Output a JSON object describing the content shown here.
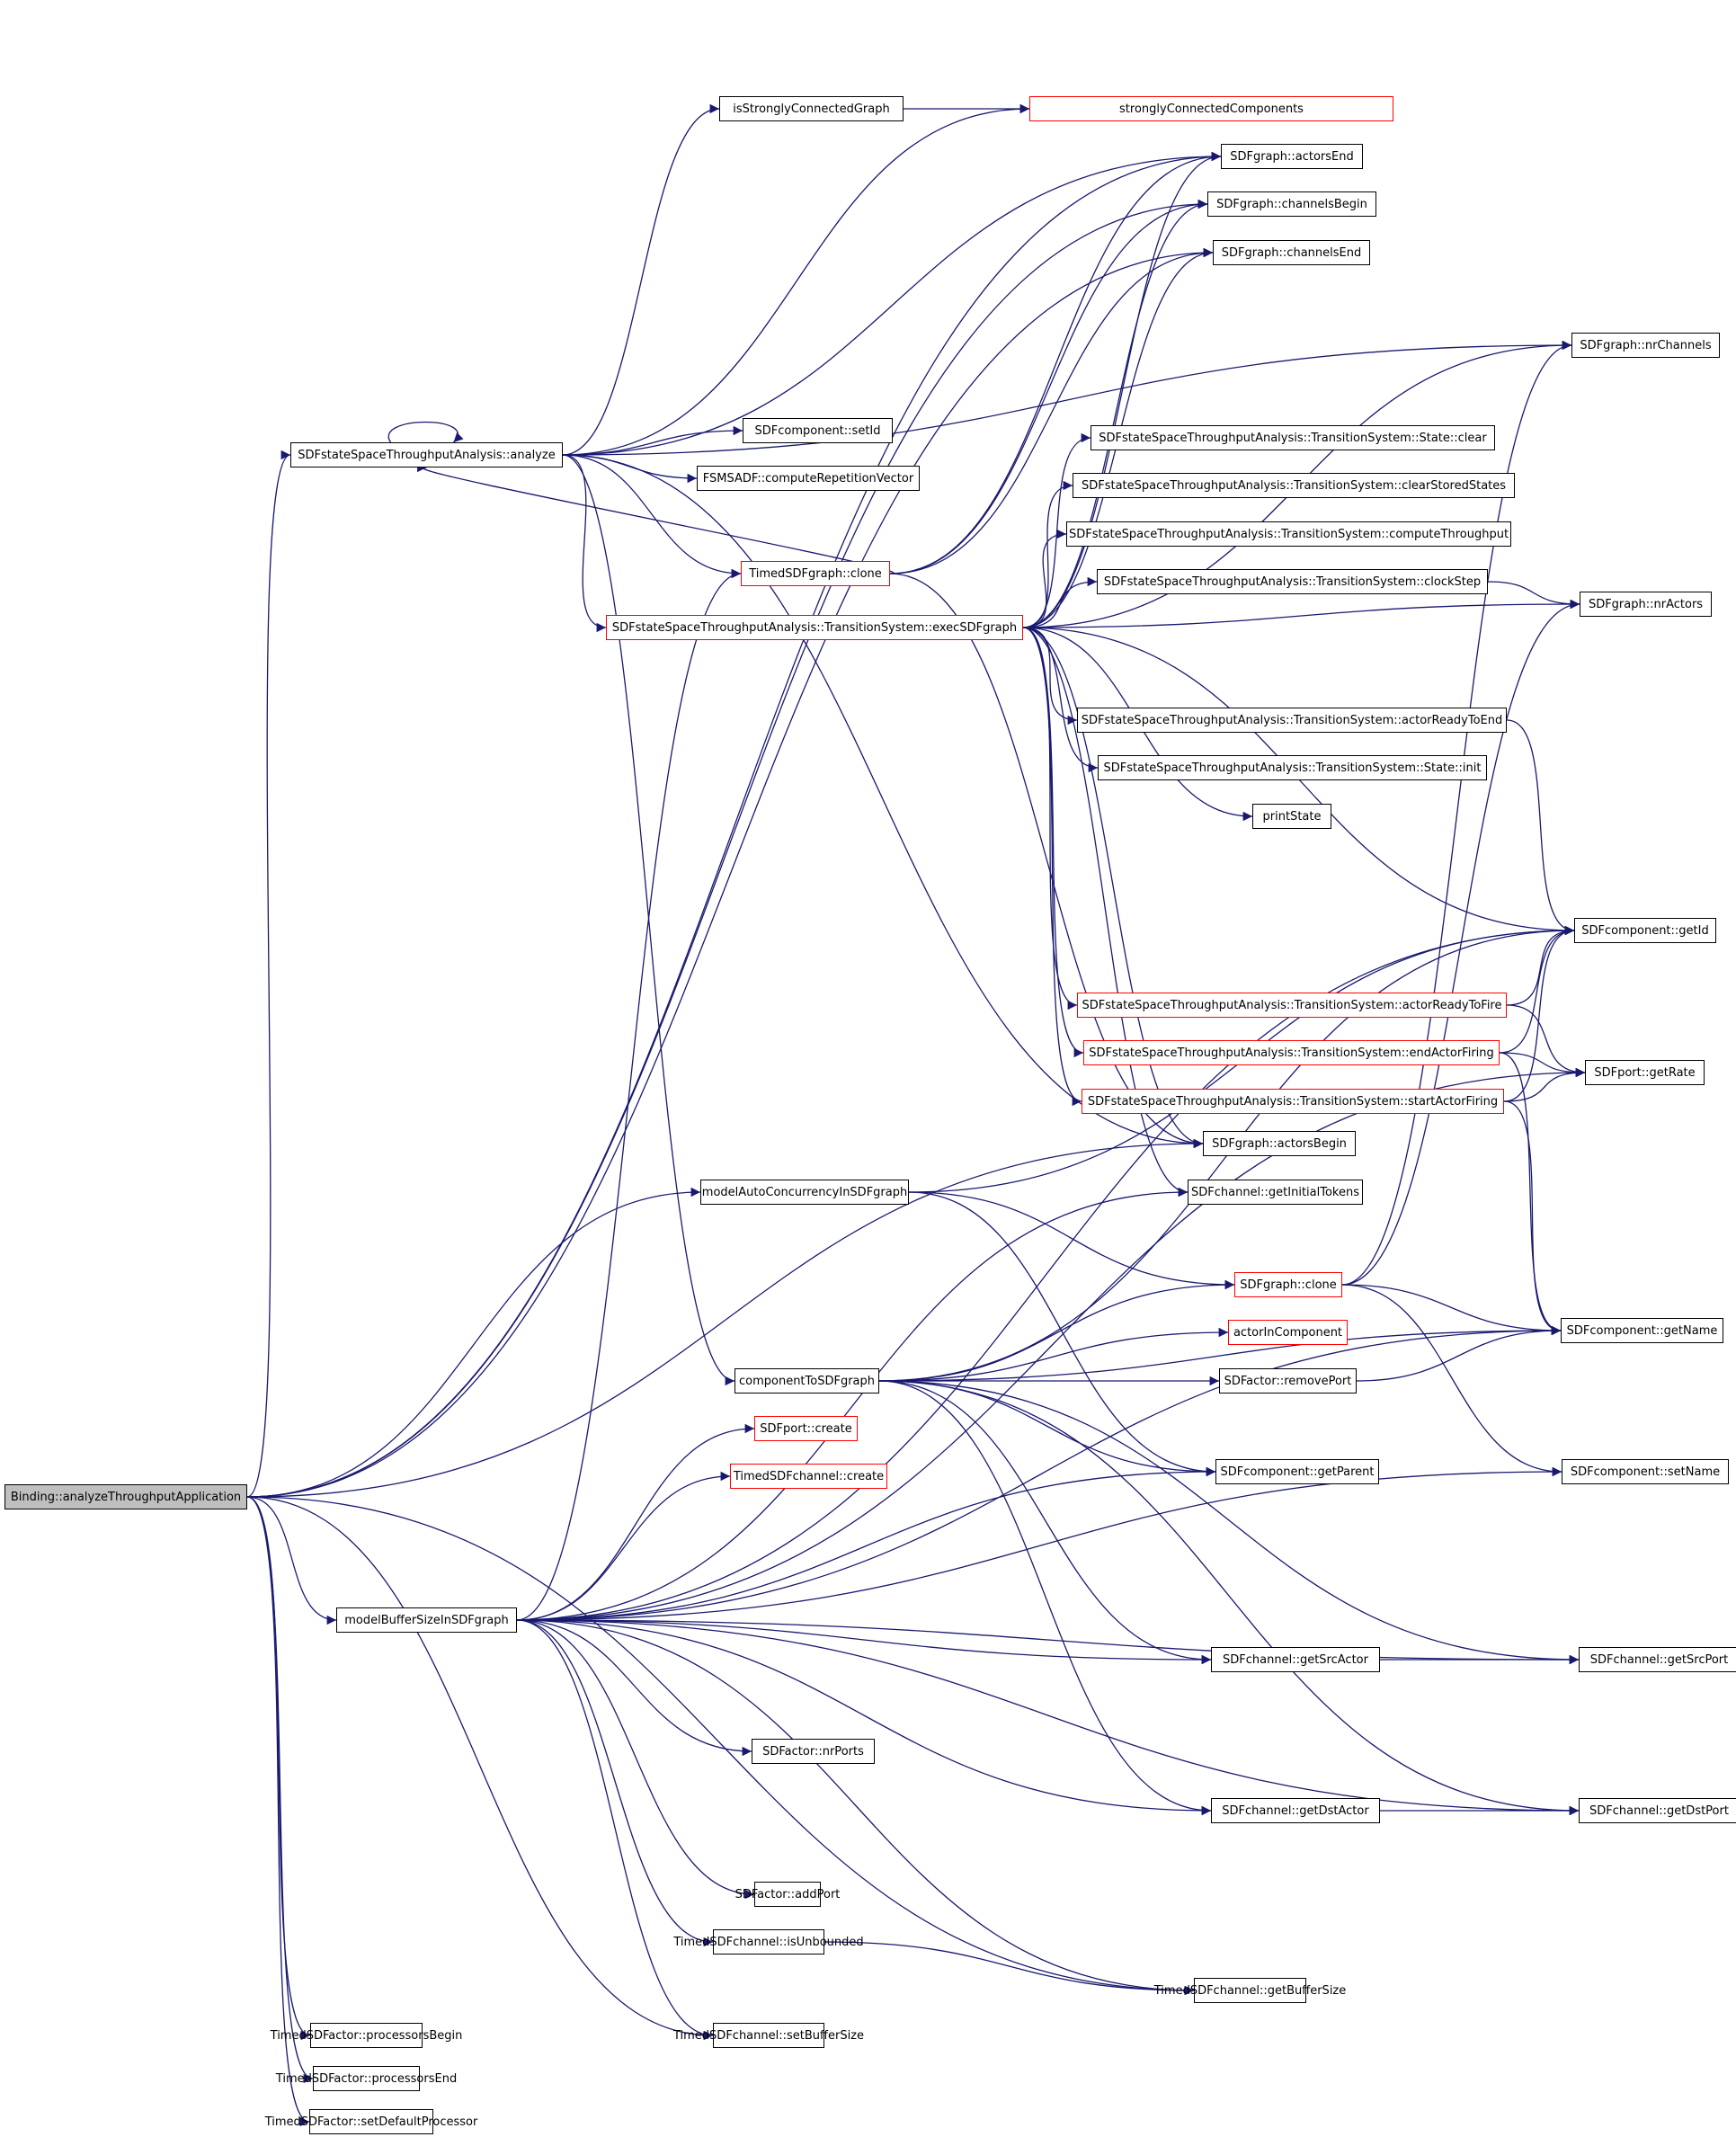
{
  "diagram": {
    "type": "call-graph",
    "colors": {
      "edge": "#191970",
      "node_border": "#000000",
      "incomplete_border": "#ff0000",
      "root_fill": "#bfbfbf"
    },
    "nodes": [
      {
        "id": "root",
        "label": "Binding::analyzeThroughputApplication",
        "root": true
      },
      {
        "id": "isSCG",
        "label": "isStronglyConnectedGraph"
      },
      {
        "id": "scc",
        "label": "stronglyConnectedComponents",
        "red": true
      },
      {
        "id": "actorsEnd",
        "label": "SDFgraph::actorsEnd"
      },
      {
        "id": "channelsBegin",
        "label": "SDFgraph::channelsBegin"
      },
      {
        "id": "channelsEnd",
        "label": "SDFgraph::channelsEnd"
      },
      {
        "id": "nrChannels",
        "label": "SDFgraph::nrChannels"
      },
      {
        "id": "analyze",
        "label": "SDFstateSpaceThroughputAnalysis::analyze"
      },
      {
        "id": "setId",
        "label": "SDFcomponent::setId"
      },
      {
        "id": "computeRep",
        "label": "FSMSADF::computeRepetitionVector"
      },
      {
        "id": "stateClear",
        "label": "SDFstateSpaceThroughputAnalysis::TransitionSystem::State::clear"
      },
      {
        "id": "clearStored",
        "label": "SDFstateSpaceThroughputAnalysis::TransitionSystem::clearStoredStates"
      },
      {
        "id": "computeTP",
        "label": "SDFstateSpaceThroughputAnalysis::TransitionSystem::computeThroughput"
      },
      {
        "id": "timedClone",
        "label": "TimedSDFgraph::clone",
        "red": true
      },
      {
        "id": "clockStep",
        "label": "SDFstateSpaceThroughputAnalysis::TransitionSystem::clockStep"
      },
      {
        "id": "nrActors",
        "label": "SDFgraph::nrActors"
      },
      {
        "id": "exec",
        "label": "SDFstateSpaceThroughputAnalysis::TransitionSystem::execSDFgraph",
        "red": true
      },
      {
        "id": "readyEnd",
        "label": "SDFstateSpaceThroughputAnalysis::TransitionSystem::actorReadyToEnd"
      },
      {
        "id": "stateInit",
        "label": "SDFstateSpaceThroughputAnalysis::TransitionSystem::State::init"
      },
      {
        "id": "printState",
        "label": "printState"
      },
      {
        "id": "getId",
        "label": "SDFcomponent::getId"
      },
      {
        "id": "readyFire",
        "label": "SDFstateSpaceThroughputAnalysis::TransitionSystem::actorReadyToFire",
        "red": true
      },
      {
        "id": "endFiring",
        "label": "SDFstateSpaceThroughputAnalysis::TransitionSystem::endActorFiring",
        "red": true
      },
      {
        "id": "getRate",
        "label": "SDFport::getRate"
      },
      {
        "id": "startFiring",
        "label": "SDFstateSpaceThroughputAnalysis::TransitionSystem::startActorFiring",
        "red": true
      },
      {
        "id": "actorsBegin",
        "label": "SDFgraph::actorsBegin"
      },
      {
        "id": "modelAuto",
        "label": "modelAutoConcurrencyInSDFgraph"
      },
      {
        "id": "initTokens",
        "label": "SDFchannel::getInitialTokens"
      },
      {
        "id": "sdfClone",
        "label": "SDFgraph::clone",
        "red": true
      },
      {
        "id": "getName",
        "label": "SDFcomponent::getName"
      },
      {
        "id": "actorInComp",
        "label": "actorInComponent",
        "red": true
      },
      {
        "id": "compToSDF",
        "label": "componentToSDFgraph"
      },
      {
        "id": "removePort",
        "label": "SDFactor::removePort"
      },
      {
        "id": "portCreate",
        "label": "SDFport::create",
        "red": true
      },
      {
        "id": "getParent",
        "label": "SDFcomponent::getParent"
      },
      {
        "id": "setName",
        "label": "SDFcomponent::setName"
      },
      {
        "id": "chanCreate",
        "label": "TimedSDFchannel::create",
        "red": true
      },
      {
        "id": "modelBuffer",
        "label": "modelBufferSizeInSDFgraph"
      },
      {
        "id": "getSrcActor",
        "label": "SDFchannel::getSrcActor"
      },
      {
        "id": "getSrcPort",
        "label": "SDFchannel::getSrcPort"
      },
      {
        "id": "nrPorts",
        "label": "SDFactor::nrPorts"
      },
      {
        "id": "getDstActor",
        "label": "SDFchannel::getDstActor"
      },
      {
        "id": "getDstPort",
        "label": "SDFchannel::getDstPort"
      },
      {
        "id": "addPort",
        "label": "SDFactor::addPort"
      },
      {
        "id": "isUnbounded",
        "label": "TimedSDFchannel::isUnbounded"
      },
      {
        "id": "getBufSize",
        "label": "TimedSDFchannel::getBufferSize"
      },
      {
        "id": "procBegin",
        "label": "TimedSDFactor::processorsBegin"
      },
      {
        "id": "setBufSize",
        "label": "TimedSDFchannel::setBufferSize"
      },
      {
        "id": "procEnd",
        "label": "TimedSDFactor::processorsEnd"
      },
      {
        "id": "setDefProc",
        "label": "TimedSDFactor::setDefaultProcessor"
      }
    ],
    "edges": [
      [
        "root",
        "analyze"
      ],
      [
        "root",
        "actorsEnd"
      ],
      [
        "root",
        "channelsBegin"
      ],
      [
        "root",
        "channelsEnd"
      ],
      [
        "root",
        "actorsBegin"
      ],
      [
        "root",
        "modelAuto"
      ],
      [
        "root",
        "modelBuffer"
      ],
      [
        "root",
        "getBufSize"
      ],
      [
        "root",
        "procBegin"
      ],
      [
        "root",
        "procEnd"
      ],
      [
        "root",
        "setDefProc"
      ],
      [
        "root",
        "setBufSize"
      ],
      [
        "isSCG",
        "scc"
      ],
      [
        "analyze",
        "isSCG"
      ],
      [
        "analyze",
        "scc"
      ],
      [
        "analyze",
        "actorsEnd"
      ],
      [
        "analyze",
        "nrChannels"
      ],
      [
        "analyze",
        "analyze"
      ],
      [
        "analyze",
        "setId"
      ],
      [
        "analyze",
        "computeRep"
      ],
      [
        "analyze",
        "timedClone"
      ],
      [
        "analyze",
        "exec"
      ],
      [
        "analyze",
        "actorsBegin"
      ],
      [
        "analyze",
        "compToSDF"
      ],
      [
        "timedClone",
        "actorsEnd"
      ],
      [
        "timedClone",
        "channelsBegin"
      ],
      [
        "timedClone",
        "channelsEnd"
      ],
      [
        "timedClone",
        "analyze"
      ],
      [
        "timedClone",
        "actorsBegin"
      ],
      [
        "exec",
        "actorsEnd"
      ],
      [
        "exec",
        "channelsBegin"
      ],
      [
        "exec",
        "channelsEnd"
      ],
      [
        "exec",
        "nrChannels"
      ],
      [
        "exec",
        "stateClear"
      ],
      [
        "exec",
        "clearStored"
      ],
      [
        "exec",
        "computeTP"
      ],
      [
        "exec",
        "clockStep"
      ],
      [
        "exec",
        "nrActors"
      ],
      [
        "exec",
        "readyEnd"
      ],
      [
        "exec",
        "stateInit"
      ],
      [
        "exec",
        "printState"
      ],
      [
        "exec",
        "getId"
      ],
      [
        "exec",
        "readyFire"
      ],
      [
        "exec",
        "endFiring"
      ],
      [
        "exec",
        "startFiring"
      ],
      [
        "exec",
        "actorsBegin"
      ],
      [
        "exec",
        "initTokens"
      ],
      [
        "clockStep",
        "nrActors"
      ],
      [
        "readyEnd",
        "getId"
      ],
      [
        "readyFire",
        "getId"
      ],
      [
        "readyFire",
        "getRate"
      ],
      [
        "endFiring",
        "getId"
      ],
      [
        "endFiring",
        "getRate"
      ],
      [
        "endFiring",
        "getName"
      ],
      [
        "startFiring",
        "getId"
      ],
      [
        "startFiring",
        "getRate"
      ],
      [
        "startFiring",
        "getName"
      ],
      [
        "modelAuto",
        "getId"
      ],
      [
        "modelAuto",
        "sdfClone"
      ],
      [
        "modelAuto",
        "getParent"
      ],
      [
        "sdfClone",
        "nrChannels"
      ],
      [
        "sdfClone",
        "nrActors"
      ],
      [
        "sdfClone",
        "getName"
      ],
      [
        "sdfClone",
        "setName"
      ],
      [
        "compToSDF",
        "sdfClone"
      ],
      [
        "compToSDF",
        "actorInComp"
      ],
      [
        "compToSDF",
        "removePort"
      ],
      [
        "compToSDF",
        "getName"
      ],
      [
        "compToSDF",
        "getParent"
      ],
      [
        "compToSDF",
        "getSrcActor"
      ],
      [
        "compToSDF",
        "getSrcPort"
      ],
      [
        "compToSDF",
        "getDstActor"
      ],
      [
        "compToSDF",
        "getDstPort"
      ],
      [
        "compToSDF",
        "getId"
      ],
      [
        "removePort",
        "getName"
      ],
      [
        "modelBuffer",
        "timedClone"
      ],
      [
        "modelBuffer",
        "getId"
      ],
      [
        "modelBuffer",
        "initTokens"
      ],
      [
        "modelBuffer",
        "getRate"
      ],
      [
        "modelBuffer",
        "portCreate"
      ],
      [
        "modelBuffer",
        "chanCreate"
      ],
      [
        "modelBuffer",
        "getParent"
      ],
      [
        "modelBuffer",
        "getName"
      ],
      [
        "modelBuffer",
        "setName"
      ],
      [
        "modelBuffer",
        "getSrcActor"
      ],
      [
        "modelBuffer",
        "getSrcPort"
      ],
      [
        "modelBuffer",
        "nrPorts"
      ],
      [
        "modelBuffer",
        "getDstActor"
      ],
      [
        "modelBuffer",
        "getDstPort"
      ],
      [
        "modelBuffer",
        "addPort"
      ],
      [
        "modelBuffer",
        "isUnbounded"
      ],
      [
        "modelBuffer",
        "getBufSize"
      ],
      [
        "modelBuffer",
        "setBufSize"
      ],
      [
        "getSrcActor",
        "getSrcPort"
      ],
      [
        "getDstActor",
        "getDstPort"
      ],
      [
        "isUnbounded",
        "getBufSize"
      ]
    ]
  }
}
